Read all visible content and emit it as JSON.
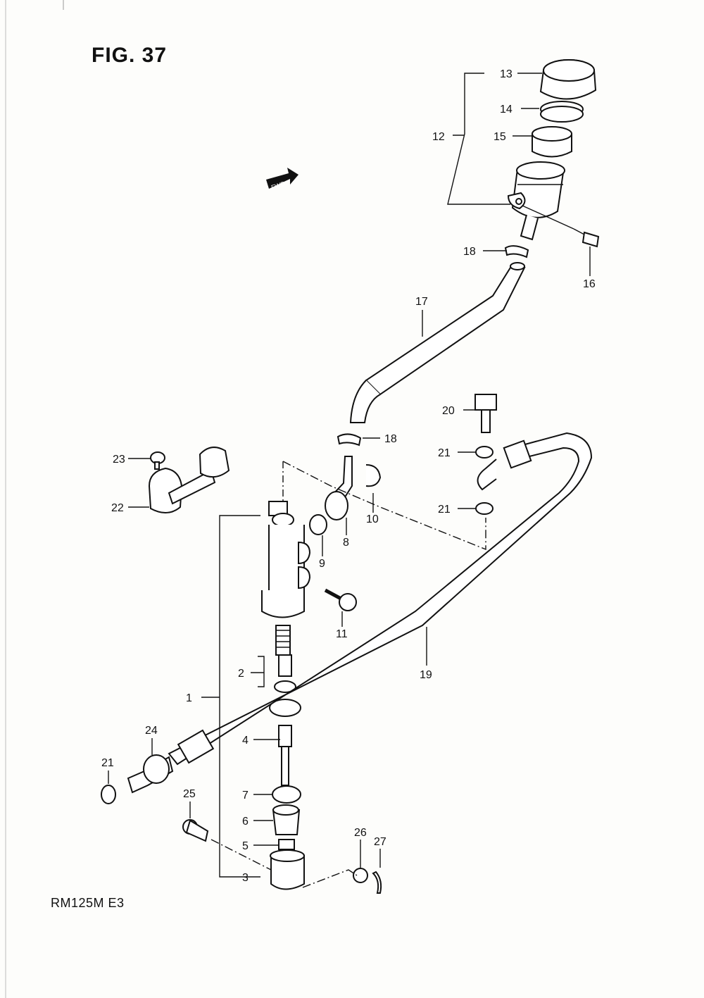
{
  "figure": {
    "title": "FIG. 37",
    "model_code": "RM125M  E3",
    "fwd_badge": "FWD"
  },
  "callouts": [
    {
      "id": "c1",
      "text": "1"
    },
    {
      "id": "c2",
      "text": "2"
    },
    {
      "id": "c3",
      "text": "3"
    },
    {
      "id": "c4",
      "text": "4"
    },
    {
      "id": "c5",
      "text": "5"
    },
    {
      "id": "c6",
      "text": "6"
    },
    {
      "id": "c7",
      "text": "7"
    },
    {
      "id": "c8",
      "text": "8"
    },
    {
      "id": "c9",
      "text": "9"
    },
    {
      "id": "c10",
      "text": "10"
    },
    {
      "id": "c11",
      "text": "11"
    },
    {
      "id": "c12",
      "text": "12"
    },
    {
      "id": "c13",
      "text": "13"
    },
    {
      "id": "c14",
      "text": "14"
    },
    {
      "id": "c15",
      "text": "15"
    },
    {
      "id": "c16",
      "text": "16"
    },
    {
      "id": "c17",
      "text": "17"
    },
    {
      "id": "c18a",
      "text": "18"
    },
    {
      "id": "c18b",
      "text": "18"
    },
    {
      "id": "c19",
      "text": "19"
    },
    {
      "id": "c20",
      "text": "20"
    },
    {
      "id": "c21a",
      "text": "21"
    },
    {
      "id": "c21b",
      "text": "21"
    },
    {
      "id": "c21c",
      "text": "21"
    },
    {
      "id": "c22",
      "text": "22"
    },
    {
      "id": "c23",
      "text": "23"
    },
    {
      "id": "c24",
      "text": "24"
    },
    {
      "id": "c25",
      "text": "25"
    },
    {
      "id": "c26",
      "text": "26"
    },
    {
      "id": "c27",
      "text": "27"
    }
  ]
}
